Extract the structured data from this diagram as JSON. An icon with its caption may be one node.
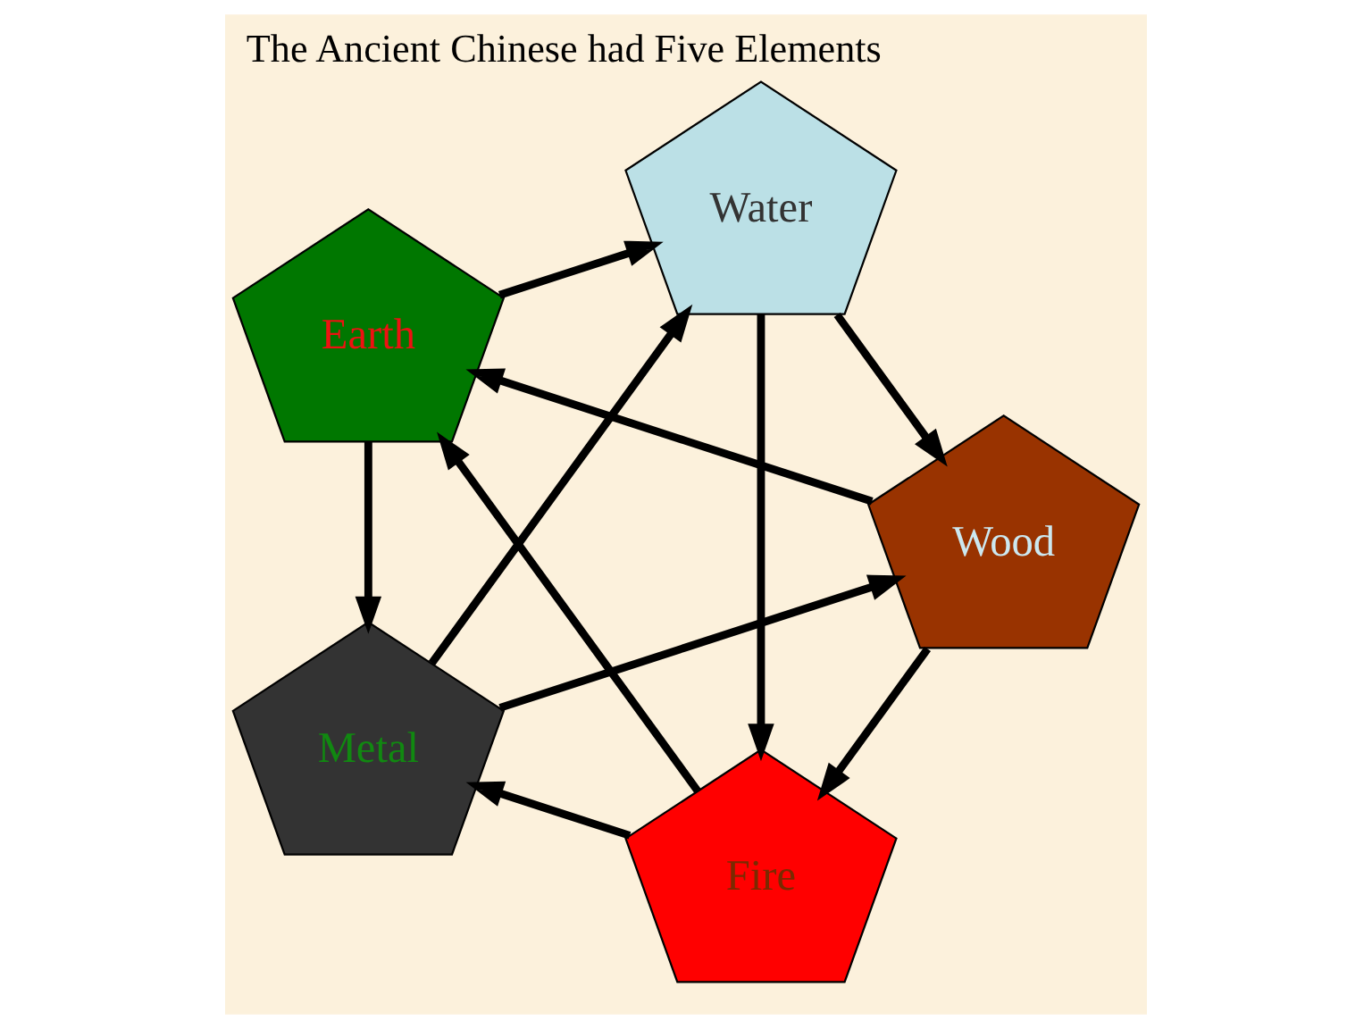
{
  "diagram": {
    "title": "The Ancient Chinese had Five Elements",
    "nodes": [
      {
        "text": [
          "Fire"
        ]
      },
      {
        "text": [
          "Wood"
        ]
      },
      {
        "text": [
          "Earth"
        ]
      },
      {
        "text": [
          "Water"
        ]
      },
      {
        "text": [
          "Metal"
        ]
      }
    ],
    "edges": [
      {
        "from": 1,
        "to": 0,
        "arrow": "to"
      },
      {
        "from": 0,
        "to": 2,
        "arrow": "to"
      },
      {
        "from": 2,
        "to": 4,
        "arrow": "to"
      },
      {
        "from": 4,
        "to": 3,
        "arrow": "to"
      },
      {
        "from": 3,
        "to": 1,
        "arrow": "to"
      },
      {
        "from": 1,
        "to": 2,
        "arrow": "to"
      },
      {
        "from": 0,
        "to": 4,
        "arrow": "to"
      },
      {
        "from": 2,
        "to": 3,
        "arrow": "to"
      },
      {
        "from": 4,
        "to": 1,
        "arrow": "to"
      },
      {
        "from": 3,
        "to": 0,
        "arrow": "to"
      }
    ]
  }
}
